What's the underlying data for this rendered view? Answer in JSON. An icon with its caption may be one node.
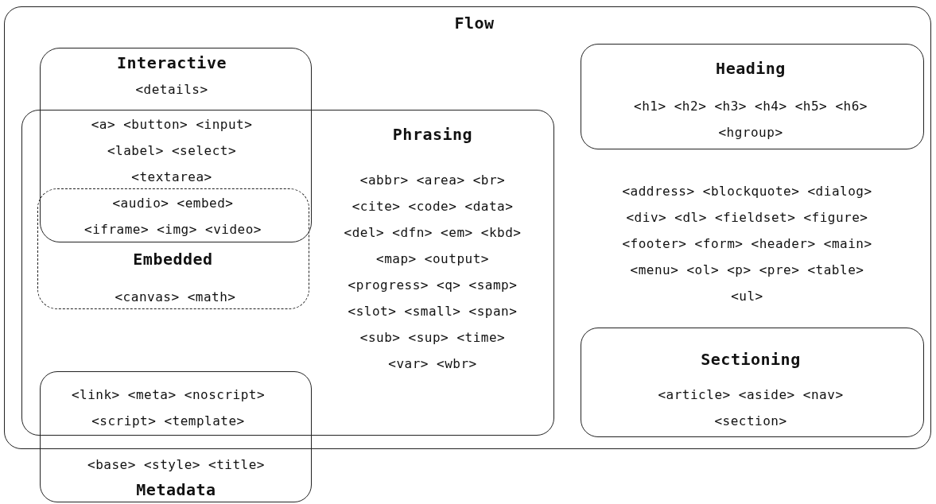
{
  "diagram": {
    "nodes": [
      {
        "text": [
          "Flow",
          "<address> <blockquote> <dialog> <div> <dl> <fieldset> <figure> <footer> <form> <header> <main> <menu> <ol> <p> <pre> <table> <ul>"
        ]
      },
      {
        "text": [
          "Interactive",
          "<details>",
          "<a> <button> <input> <label> <select> <textarea>"
        ],
        "in": 0
      },
      {
        "text": [
          "Phrasing",
          "<abbr> <area> <br> <cite> <code> <data> <del> <dfn> <em> <kbd> <map> <output> <progress> <q> <samp> <slot> <small> <span> <sub> <sup> <time> <var> <wbr>"
        ],
        "in": 0
      },
      {
        "text": [
          "<audio> <embed> <iframe> <img> <video>",
          "Embedded",
          "<canvas> <math>"
        ],
        "in": 2
      },
      {
        "text": [
          "<link> <meta> <noscript> <script> <template>",
          "<base> <style> <title>",
          "Metadata"
        ]
      },
      {
        "text": [
          "Heading",
          "<h1> <h2> <h3> <h4> <h5> <h6> <hgroup>"
        ],
        "in": 0
      },
      {
        "text": [
          "Sectioning",
          "<article> <aside> <nav> <section>"
        ],
        "in": 0
      }
    ]
  }
}
